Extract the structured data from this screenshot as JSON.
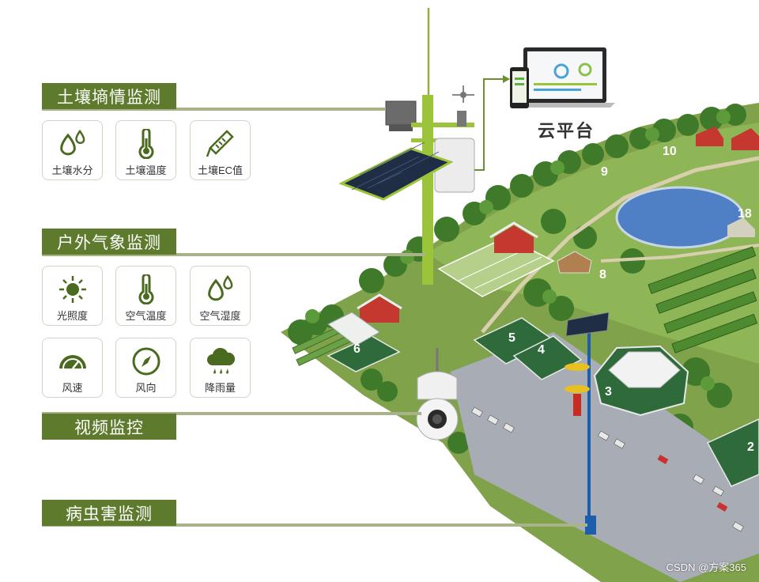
{
  "colors": {
    "title_bg": "#5e7a2c",
    "accent_green": "#5e7a2c",
    "connector_line": "#a9b38a",
    "card_border": "#cfd6c4"
  },
  "cloud_platform": {
    "label": "云平台"
  },
  "sections": {
    "soil": {
      "title": "土壤墒情监测",
      "items": [
        {
          "label": "土壤水分",
          "icon": "water-drops-icon"
        },
        {
          "label": "土壤温度",
          "icon": "thermometer-icon"
        },
        {
          "label": "土壤EC值",
          "icon": "ec-probe-icon"
        }
      ]
    },
    "weather": {
      "title": "户外气象监测",
      "items": [
        {
          "label": "光照度",
          "icon": "sun-icon"
        },
        {
          "label": "空气温度",
          "icon": "thermometer-icon"
        },
        {
          "label": "空气湿度",
          "icon": "water-drops-icon"
        },
        {
          "label": "风速",
          "icon": "gauge-icon"
        },
        {
          "label": "风向",
          "icon": "compass-icon"
        },
        {
          "label": "降雨量",
          "icon": "rain-cloud-icon"
        }
      ]
    },
    "video": {
      "title": "视频监控"
    },
    "pest": {
      "title": "病虫害监测"
    }
  },
  "farm_map": {
    "building_numbers": [
      "10",
      "9",
      "18",
      "8",
      "6",
      "5",
      "4",
      "3",
      "2"
    ]
  },
  "watermark": "CSDN @方案365"
}
